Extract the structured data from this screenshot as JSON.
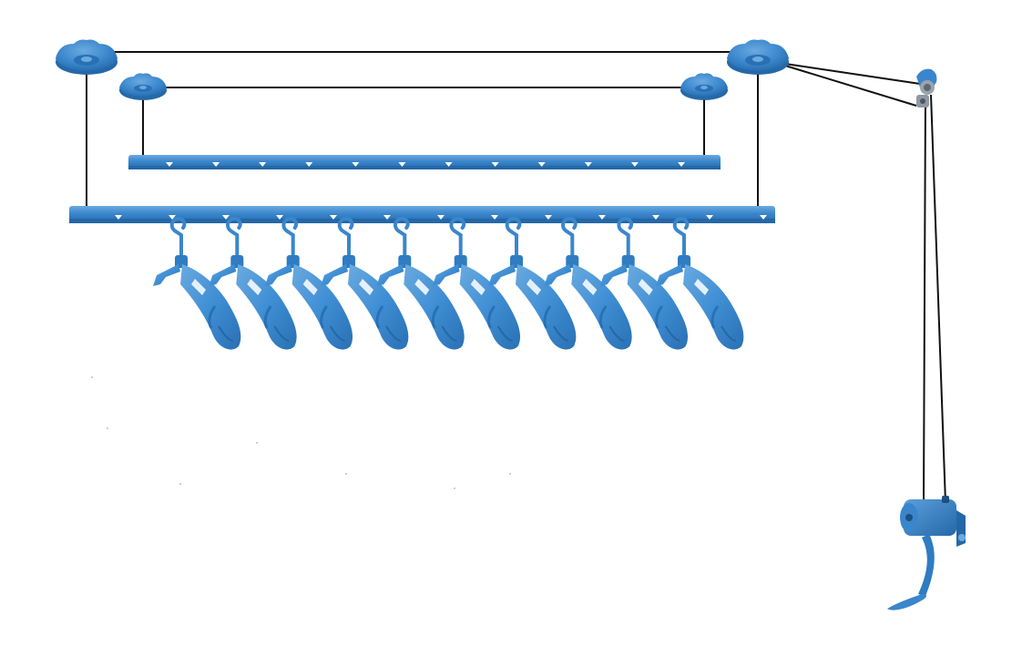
{
  "image": {
    "subject": "ceiling-mounted-clothes-drying-rack",
    "colors": {
      "background": "#ffffff",
      "plastic": "#3a86cc",
      "plastic_dark": "#2468a8",
      "plastic_light": "#6aaae0",
      "cable": "#111111",
      "metal": "#9aa4ac"
    },
    "counts": {
      "ceiling_pulleys": 4,
      "rails": 2,
      "hangers": 10,
      "rail_holes_front": 13,
      "rail_holes_back": 12
    }
  }
}
